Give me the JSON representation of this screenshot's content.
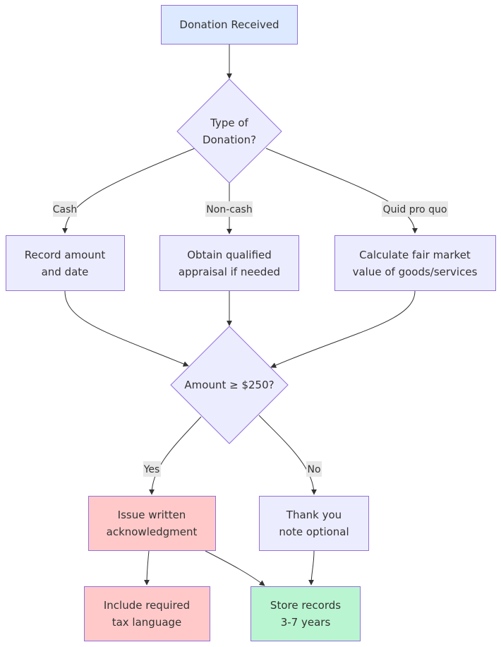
{
  "diagram": {
    "nodes": {
      "donation_received": {
        "lines": [
          "Donation Received"
        ],
        "fill": "#dde9ff"
      },
      "type_of_donation": {
        "lines": [
          "Type of",
          "Donation?"
        ],
        "fill": "#ececff"
      },
      "record_amount": {
        "lines": [
          "Record amount",
          "and date"
        ],
        "fill": "#ececff"
      },
      "obtain_appraisal": {
        "lines": [
          "Obtain qualified",
          "appraisal if needed"
        ],
        "fill": "#ececff"
      },
      "calculate_fmv": {
        "lines": [
          "Calculate fair market",
          "value of goods/services"
        ],
        "fill": "#ececff"
      },
      "amount_check": {
        "lines": [
          "Amount ≥ $250?"
        ],
        "fill": "#ececff"
      },
      "issue_ack": {
        "lines": [
          "Issue written",
          "acknowledgment"
        ],
        "fill": "#ffc9c9"
      },
      "thank_you": {
        "lines": [
          "Thank you",
          "note optional"
        ],
        "fill": "#ececff"
      },
      "include_tax": {
        "lines": [
          "Include required",
          "tax language"
        ],
        "fill": "#ffc9c9"
      },
      "store_records": {
        "lines": [
          "Store records",
          "3-7 years"
        ],
        "fill": "#b9f5d0"
      }
    },
    "edge_labels": {
      "cash": "Cash",
      "non_cash": "Non-cash",
      "quid_pro_quo": "Quid pro quo",
      "yes": "Yes",
      "no": "No"
    },
    "colors": {
      "border": "#9370db",
      "edge": "#333333",
      "text": "#333333",
      "label_background": "#e8e8e8"
    }
  }
}
